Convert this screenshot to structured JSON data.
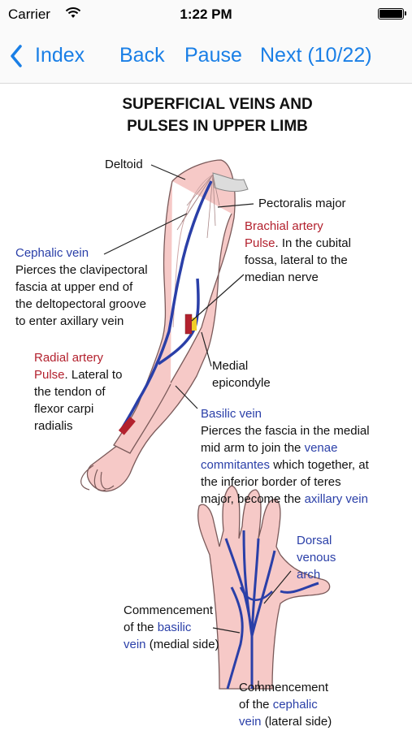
{
  "status_bar": {
    "carrier": "Carrier",
    "time": "1:22 PM"
  },
  "navbar": {
    "index_label": "Index",
    "back_label": "Back",
    "pause_label": "Pause",
    "next_label": "Next (10/22)"
  },
  "figure": {
    "title_line1": "SUPERFICIAL VEINS AND",
    "title_line2": "PULSES IN UPPER LIMB",
    "deltoid": "Deltoid",
    "pectoralis_major": "Pectoralis major",
    "brachial_title": "Brachial artery",
    "brachial_pulse": "Pulse",
    "brachial_l1_rest": ". In the cubital",
    "brachial_l2": "fossa, lateral to the",
    "brachial_l3": "median nerve",
    "cephalic_title": "Cephalic vein",
    "cephalic_l1": "Pierces the clavipectoral",
    "cephalic_l2": "fascia at upper end of",
    "cephalic_l3": "the deltopectoral groove",
    "cephalic_l4": "to enter axillary vein",
    "medial_l1": "Medial",
    "medial_l2": "epicondyle",
    "radial_title": "Radial artery",
    "radial_pulse": "Pulse",
    "radial_l1_rest": ". Lateral to",
    "radial_l2": "the tendon of",
    "radial_l3": "flexor carpi",
    "radial_l4": "radialis",
    "basilic_title": "Basilic vein",
    "basilic_l1": "Pierces the fascia in the medial",
    "basilic_l2": "mid arm to join the ",
    "basilic_venae": "venae",
    "basilic_commitantes": "commitantes",
    "basilic_l3_rest": " which together, at",
    "basilic_l4": "the inferior border of teres",
    "basilic_l5": "major, become the ",
    "basilic_axillary": "axillary vein",
    "dorsal_l1": "Dorsal",
    "dorsal_l2": "venous",
    "dorsal_l3": "arch",
    "comm_basilic_l1": "Commencement",
    "comm_basilic_l2": "of the ",
    "comm_basilic_blue1": "basilic",
    "comm_basilic_blue2": "vein",
    "comm_basilic_rest": " (medial side)",
    "comm_cephalic_l1": "Commencement",
    "comm_cephalic_l2": "of the ",
    "comm_cephalic_blue1": "cephalic",
    "comm_cephalic_blue2": "vein",
    "comm_cephalic_rest": " (lateral side)"
  },
  "colors": {
    "accent": "#1a7fe6",
    "artery_red": "#b3212e",
    "vein_blue": "#2a3fa8",
    "skin": "#f6c9c7"
  }
}
